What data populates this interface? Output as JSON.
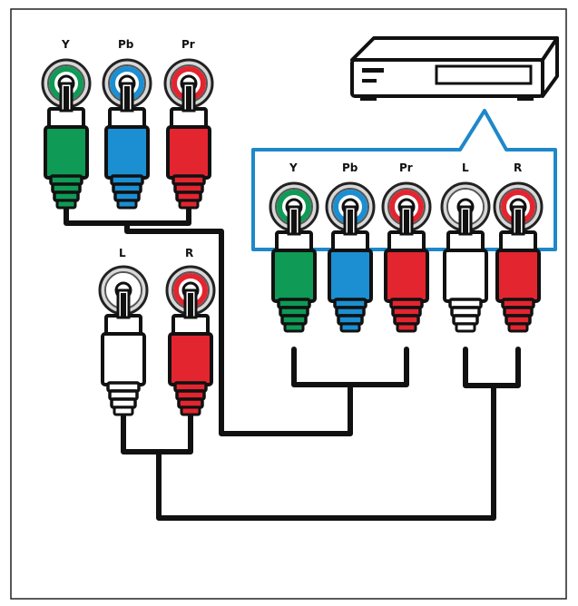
{
  "device": {
    "icon": "dvd-player-icon"
  },
  "input_panel": {
    "labels": [
      "Y",
      "Pb",
      "Pr",
      "L",
      "R"
    ],
    "border_color": "#1e88c9"
  },
  "component_cable": {
    "labels": [
      "Y",
      "Pb",
      "Pr"
    ]
  },
  "audio_cable": {
    "labels": [
      "L",
      "R"
    ]
  },
  "colors": {
    "green": "#0f9a55",
    "blue": "#1b8fd2",
    "red": "#e32530",
    "white": "#ffffff",
    "cable": "#111111"
  }
}
